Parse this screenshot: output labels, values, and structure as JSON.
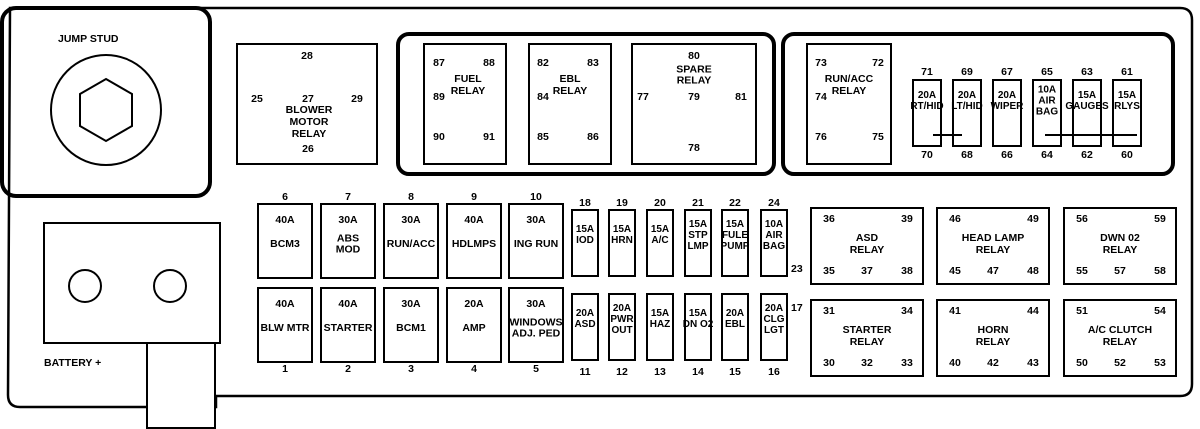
{
  "jump_stud_label": "JUMP STUD",
  "battery_label": "BATTERY +",
  "blower_relay": {
    "pins": [
      "28",
      "25",
      "27",
      "29",
      "26"
    ],
    "label": [
      "BLOWER",
      "MOTOR",
      "RELAY"
    ]
  },
  "fuel_relay": {
    "pins": [
      "87",
      "88",
      "89",
      "90",
      "91"
    ],
    "label": [
      "FUEL",
      "RELAY"
    ]
  },
  "ebl_relay": {
    "pins": [
      "82",
      "83",
      "84",
      "85",
      "86"
    ],
    "label": [
      "EBL",
      "RELAY"
    ]
  },
  "spare_relay": {
    "pins": [
      "80",
      "77",
      "79",
      "81",
      "78"
    ],
    "label": [
      "SPARE",
      "RELAY"
    ]
  },
  "run_acc_relay": {
    "pins": [
      "73",
      "72",
      "74",
      "76",
      "75"
    ],
    "label": [
      "RUN/ACC",
      "RELAY"
    ]
  },
  "right_minifuses": [
    {
      "top": "71",
      "bottom": "70",
      "lines": [
        "20A",
        "RT/HID"
      ]
    },
    {
      "top": "69",
      "bottom": "68",
      "lines": [
        "20A",
        "LT/HID"
      ]
    },
    {
      "top": "67",
      "bottom": "66",
      "lines": [
        "20A",
        "WIPER"
      ]
    },
    {
      "top": "65",
      "bottom": "64",
      "lines": [
        "10A",
        "AIR",
        "BAG"
      ]
    },
    {
      "top": "63",
      "bottom": "62",
      "lines": [
        "15A",
        "GAUGES"
      ]
    },
    {
      "top": "61",
      "bottom": "60",
      "lines": [
        "15A",
        "RLYS"
      ]
    }
  ],
  "top_fuses": [
    {
      "num": "6",
      "amp": "40A",
      "lines": [
        "BCM3"
      ]
    },
    {
      "num": "7",
      "amp": "30A",
      "lines": [
        "ABS",
        "MOD"
      ]
    },
    {
      "num": "8",
      "amp": "30A",
      "lines": [
        "RUN/ACC"
      ]
    },
    {
      "num": "9",
      "amp": "40A",
      "lines": [
        "HDLMPS"
      ]
    },
    {
      "num": "10",
      "amp": "30A",
      "lines": [
        "ING RUN"
      ]
    }
  ],
  "bottom_fuses": [
    {
      "num": "1",
      "amp": "40A",
      "lines": [
        "BLW MTR"
      ]
    },
    {
      "num": "2",
      "amp": "40A",
      "lines": [
        "STARTER"
      ]
    },
    {
      "num": "3",
      "amp": "30A",
      "lines": [
        "BCM1"
      ]
    },
    {
      "num": "4",
      "amp": "20A",
      "lines": [
        "AMP"
      ]
    },
    {
      "num": "5",
      "amp": "30A",
      "lines": [
        "WINDOWS",
        "ADJ. PED"
      ]
    }
  ],
  "top_minifuses": [
    {
      "num": "18",
      "lines": [
        "15A",
        "IOD"
      ]
    },
    {
      "num": "19",
      "lines": [
        "15A",
        "HRN"
      ]
    },
    {
      "num": "20",
      "lines": [
        "15A",
        "A/C"
      ]
    },
    {
      "num": "21",
      "lines": [
        "15A",
        "STP",
        "LMP"
      ]
    },
    {
      "num": "22",
      "lines": [
        "15A",
        "FULE",
        "PUMP"
      ]
    },
    {
      "num": "24",
      "lines": [
        "10A",
        "AIR",
        "BAG"
      ]
    }
  ],
  "bottom_minifuses": [
    {
      "num": "11",
      "lines": [
        "20A",
        "ASD"
      ]
    },
    {
      "num": "12",
      "lines": [
        "20A",
        "PWR",
        "OUT"
      ]
    },
    {
      "num": "13",
      "lines": [
        "15A",
        "HAZ"
      ]
    },
    {
      "num": "14",
      "lines": [
        "15A",
        "DN  O2"
      ]
    },
    {
      "num": "15",
      "lines": [
        "20A",
        "EBL"
      ]
    },
    {
      "num": "16",
      "lines": [
        "20A",
        "CLG",
        "LGT"
      ]
    }
  ],
  "slot_23": "23",
  "slot_17": "17",
  "small_relays": [
    {
      "pins": [
        "36",
        "39",
        "35",
        "37",
        "38"
      ],
      "label": [
        "ASD",
        "RELAY"
      ]
    },
    {
      "pins": [
        "46",
        "49",
        "45",
        "47",
        "48"
      ],
      "label": [
        "HEAD LAMP",
        "RELAY"
      ]
    },
    {
      "pins": [
        "56",
        "59",
        "55",
        "57",
        "58"
      ],
      "label": [
        "DWN 02",
        "RELAY"
      ]
    },
    {
      "pins": [
        "31",
        "34",
        "30",
        "32",
        "33"
      ],
      "label": [
        "STARTER",
        "RELAY"
      ]
    },
    {
      "pins": [
        "41",
        "44",
        "40",
        "42",
        "43"
      ],
      "label": [
        "HORN",
        "RELAY"
      ]
    },
    {
      "pins": [
        "51",
        "54",
        "50",
        "52",
        "53"
      ],
      "label": [
        "A/C CLUTCH",
        "RELAY"
      ]
    }
  ]
}
